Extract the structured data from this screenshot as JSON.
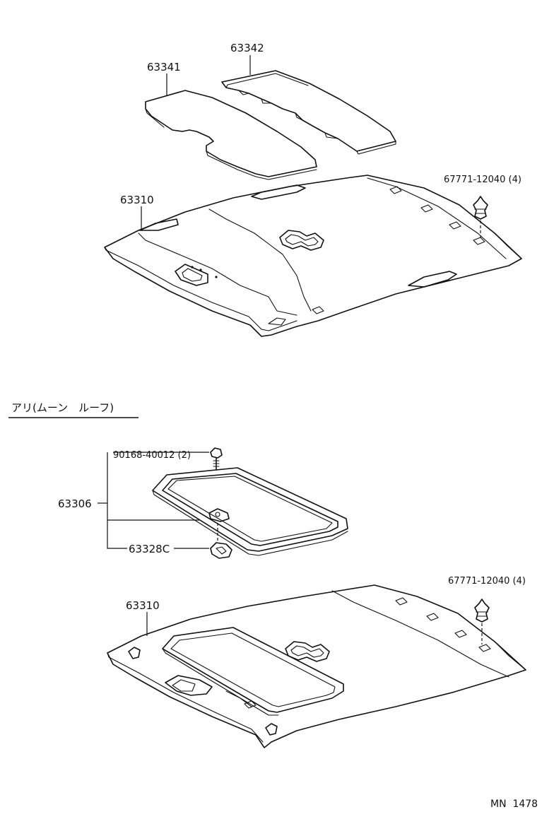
{
  "diagram": {
    "top_assembly": {
      "labels": {
        "pad_front": "63341",
        "pad_rear": "63342",
        "headliner": "63310",
        "clip": "67771-12040 (4)"
      }
    },
    "section_title": "アリ(ムーン　ルーフ)",
    "bottom_assembly": {
      "labels": {
        "screw": "90168-40012 (2)",
        "garnish_assy": "63306",
        "clip_part": "63328C",
        "headliner": "63310",
        "clip": "67771-12040 (4)"
      }
    },
    "footer": "MN  1478"
  }
}
